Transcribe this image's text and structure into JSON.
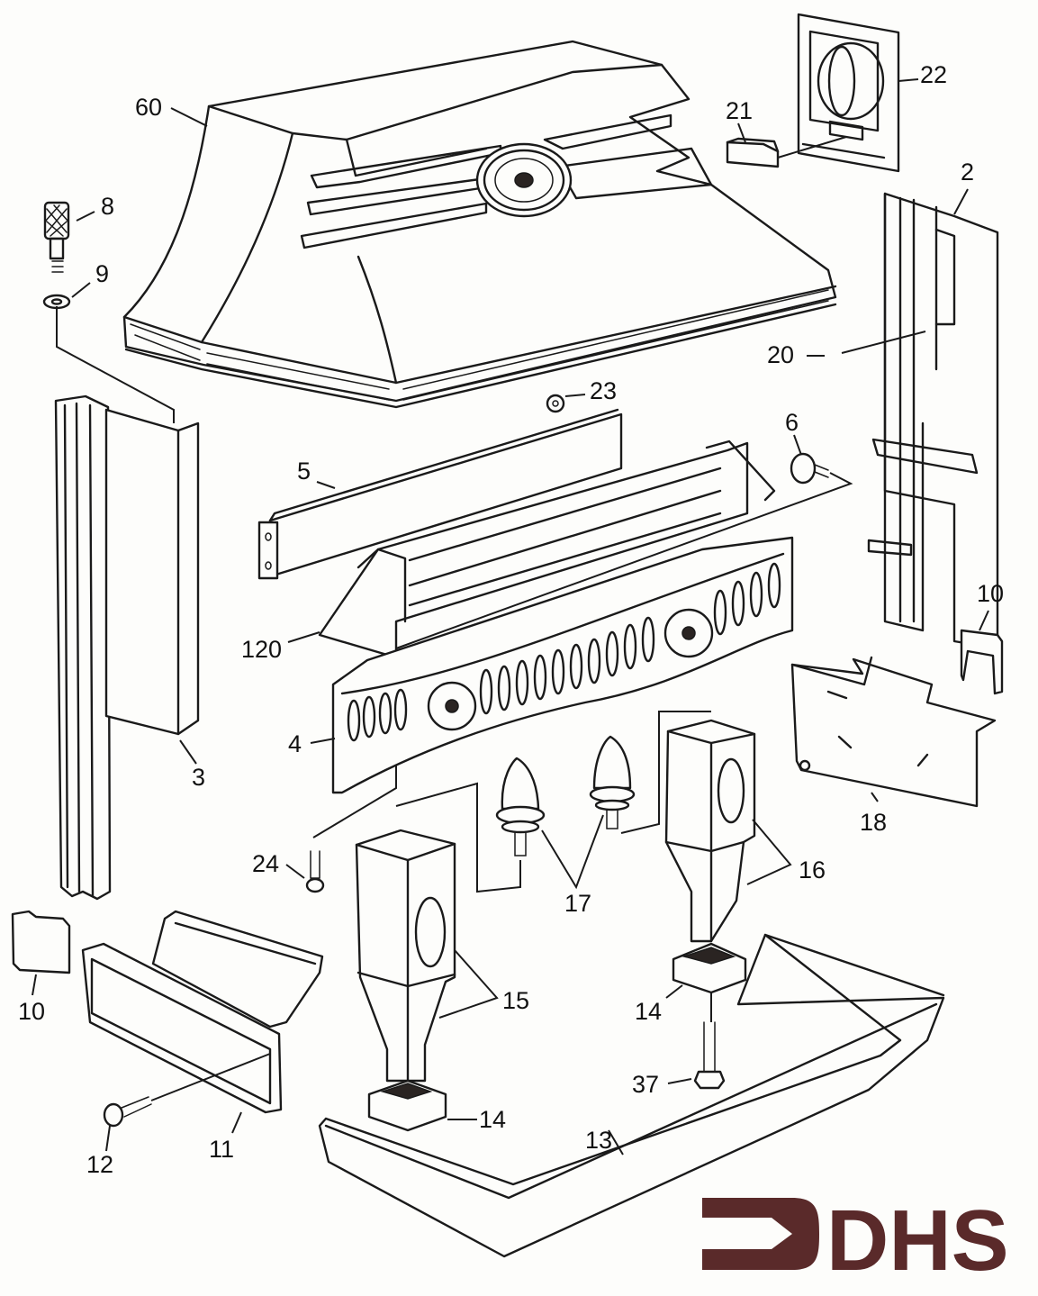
{
  "diagram": {
    "title": "Exploded parts diagram - stove / fireplace assembly",
    "callouts": [
      {
        "id": "c60",
        "text": "60"
      },
      {
        "id": "c22",
        "text": "22"
      },
      {
        "id": "c21",
        "text": "21"
      },
      {
        "id": "c2",
        "text": "2"
      },
      {
        "id": "c8",
        "text": "8"
      },
      {
        "id": "c9",
        "text": "9"
      },
      {
        "id": "c20",
        "text": "20"
      },
      {
        "id": "c23",
        "text": "23"
      },
      {
        "id": "c6",
        "text": "6"
      },
      {
        "id": "c5",
        "text": "5"
      },
      {
        "id": "c120",
        "text": "120"
      },
      {
        "id": "c10a",
        "text": "10"
      },
      {
        "id": "c4",
        "text": "4"
      },
      {
        "id": "c3",
        "text": "3"
      },
      {
        "id": "c18",
        "text": "18"
      },
      {
        "id": "c16",
        "text": "16"
      },
      {
        "id": "c24",
        "text": "24"
      },
      {
        "id": "c17",
        "text": "17"
      },
      {
        "id": "c10b",
        "text": "10"
      },
      {
        "id": "c15",
        "text": "15"
      },
      {
        "id": "c14a",
        "text": "14"
      },
      {
        "id": "c37",
        "text": "37"
      },
      {
        "id": "c14b",
        "text": "14"
      },
      {
        "id": "c12",
        "text": "12"
      },
      {
        "id": "c11",
        "text": "11"
      },
      {
        "id": "c13",
        "text": "13"
      }
    ]
  },
  "logo": {
    "text": "DHS",
    "color": "#5a2a2a"
  }
}
